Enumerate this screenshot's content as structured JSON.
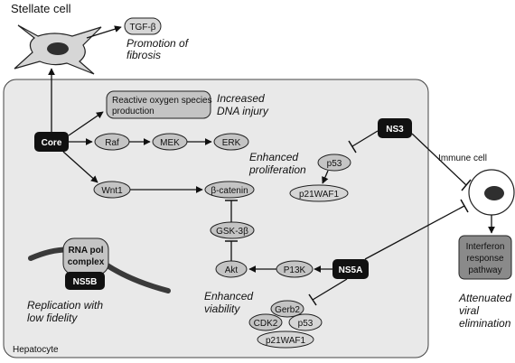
{
  "cells": {
    "stellate": "Stellate cell",
    "hepatocyte": "Hepatocyte",
    "immune": "Immune cell"
  },
  "nodes": {
    "tgf": "TGF-β",
    "core": "Core",
    "ros_line1": "Reactive oxygen species",
    "ros_line2": "production",
    "raf": "Raf",
    "mek": "MEK",
    "erk": "ERK",
    "wnt1": "Wnt1",
    "beta_catenin": "β-catenin",
    "gsk": "GSK-3β",
    "akt": "Akt",
    "p13k": "P13K",
    "ns3": "NS3",
    "p53_top": "p53",
    "p21_top": "p21WAF1",
    "ns5a": "NS5A",
    "gerb2": "Gerb2",
    "cdk2": "CDK2",
    "p53_bottom": "p53",
    "p21_bottom": "p21WAF1",
    "rna_line1": "RNA pol",
    "rna_line2": "complex",
    "ns5b": "NS5B",
    "ifn_line1": "Interferon",
    "ifn_line2": "response",
    "ifn_line3": "pathway"
  },
  "effects": {
    "fibrosis_line1": "Promotion of",
    "fibrosis_line2": "fibrosis",
    "dna_line1": "Increased",
    "dna_line2": "DNA injury",
    "prolif_line1": "Enhanced",
    "prolif_line2": "proliferation",
    "viab_line1": "Enhanced",
    "viab_line2": "viability",
    "repl_line1": "Replication with",
    "repl_line2": "low fidelity",
    "atten_line1": "Attenuated",
    "atten_line2": "viral",
    "atten_line3": "elimination"
  },
  "colors": {
    "cell_fill": "#e9e9e9",
    "node_fill": "#c4c4c4",
    "dark_node": "#111111",
    "ifn_fill": "#8a8a8a",
    "nucleus": "#2f2f2f",
    "rna_strand": "#3a3a3a"
  }
}
